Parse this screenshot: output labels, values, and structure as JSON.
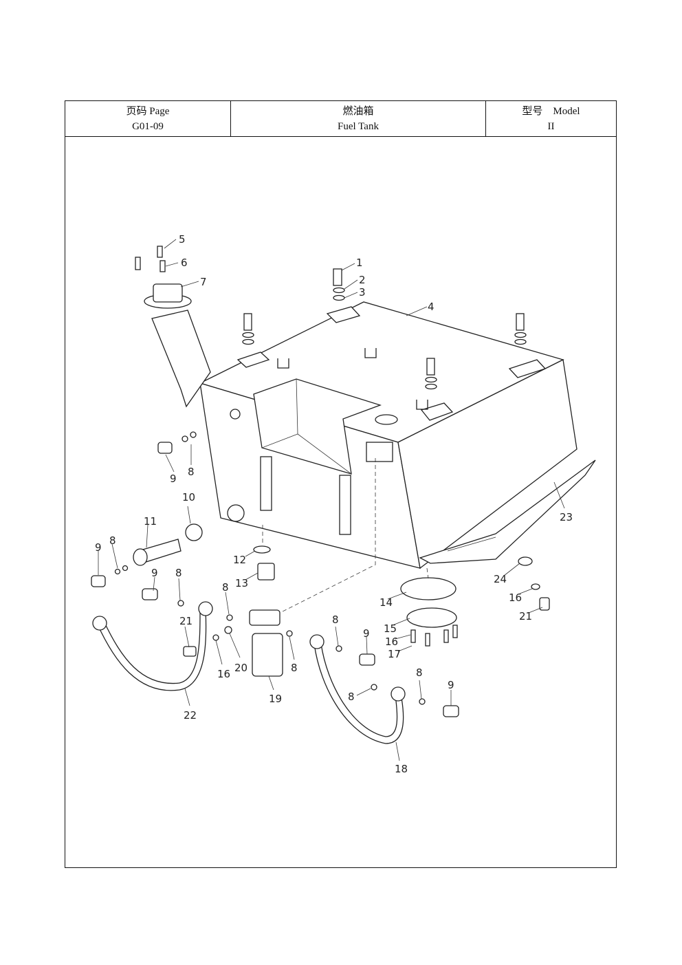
{
  "header": {
    "page_label": "页码 Page",
    "page_value": "G01-09",
    "title_cn": "燃油箱",
    "title_en": "Fuel Tank",
    "model_label": "型号    Model",
    "model_value": "II"
  },
  "callouts": [
    "1",
    "2",
    "3",
    "4",
    "5",
    "6",
    "7",
    "8",
    "9",
    "10",
    "11",
    "12",
    "13",
    "14",
    "15",
    "16",
    "17",
    "18",
    "19",
    "20",
    "21",
    "22",
    "23",
    "24"
  ]
}
